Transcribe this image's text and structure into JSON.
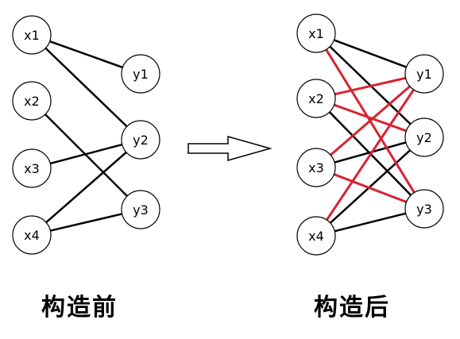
{
  "colors": {
    "black_edge": "#000000",
    "added_edge": "#d9232f",
    "node_fill": "#ffffff",
    "node_stroke": "#000000"
  },
  "before": {
    "caption": "构造前",
    "nodes": [
      {
        "id": "x1",
        "label": "x1"
      },
      {
        "id": "x2",
        "label": "x2"
      },
      {
        "id": "x3",
        "label": "x3"
      },
      {
        "id": "x4",
        "label": "x4"
      },
      {
        "id": "y1",
        "label": "y1"
      },
      {
        "id": "y2",
        "label": "y2"
      },
      {
        "id": "y3",
        "label": "y3"
      }
    ],
    "edges": [
      {
        "from": "x1",
        "to": "y1",
        "color": "black"
      },
      {
        "from": "x1",
        "to": "y2",
        "color": "black"
      },
      {
        "from": "x2",
        "to": "y3",
        "color": "black"
      },
      {
        "from": "x3",
        "to": "y2",
        "color": "black"
      },
      {
        "from": "x4",
        "to": "y2",
        "color": "black"
      },
      {
        "from": "x4",
        "to": "y3",
        "color": "black"
      }
    ]
  },
  "after": {
    "caption": "构造后",
    "nodes": [
      {
        "id": "x1",
        "label": "x1"
      },
      {
        "id": "x2",
        "label": "x2"
      },
      {
        "id": "x3",
        "label": "x3"
      },
      {
        "id": "x4",
        "label": "x4"
      },
      {
        "id": "y1",
        "label": "y1"
      },
      {
        "id": "y2",
        "label": "y2"
      },
      {
        "id": "y3",
        "label": "y3"
      }
    ],
    "edges": [
      {
        "from": "x1",
        "to": "y1",
        "color": "black"
      },
      {
        "from": "x1",
        "to": "y2",
        "color": "black"
      },
      {
        "from": "x2",
        "to": "y3",
        "color": "black"
      },
      {
        "from": "x3",
        "to": "y2",
        "color": "black"
      },
      {
        "from": "x4",
        "to": "y2",
        "color": "black"
      },
      {
        "from": "x4",
        "to": "y3",
        "color": "black"
      },
      {
        "from": "x1",
        "to": "y3",
        "color": "red"
      },
      {
        "from": "x2",
        "to": "y1",
        "color": "red"
      },
      {
        "from": "x2",
        "to": "y2",
        "color": "red"
      },
      {
        "from": "x3",
        "to": "y1",
        "color": "red"
      },
      {
        "from": "x3",
        "to": "y3",
        "color": "red"
      },
      {
        "from": "x4",
        "to": "y1",
        "color": "red"
      }
    ]
  },
  "arrow": {
    "direction": "right"
  }
}
